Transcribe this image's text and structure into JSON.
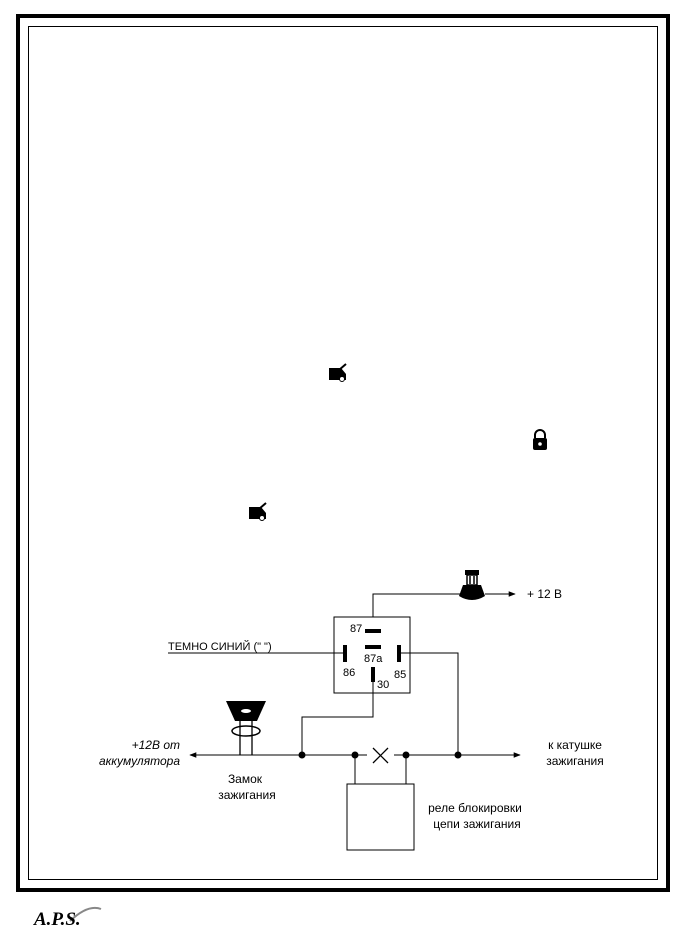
{
  "labels": {
    "wire_color": "ТЕМНО СИНИЙ (\" \")",
    "plus12v": "+ 12 В",
    "battery_line1": "+12В от",
    "battery_line2": "аккумулятора",
    "ignition_lock_line1": "Замок",
    "ignition_lock_line2": "зажигания",
    "coil_line1": "к катушке",
    "coil_line2": "зажигания",
    "blocking_relay_line1": "реле блокировки",
    "blocking_relay_line2": "цепи зажигания",
    "pin_87": "87",
    "pin_87a": "87a",
    "pin_86": "86",
    "pin_85": "85",
    "pin_30": "30"
  },
  "logo": {
    "text": "A.P.S."
  },
  "icons": {
    "trunk_icon_1": "car-trunk-icon",
    "trunk_icon_2": "car-trunk-icon",
    "lock_icon": "padlock-icon",
    "fuse_icon": "fuse-holder-icon",
    "ignition_icon": "ignition-lock-icon"
  }
}
